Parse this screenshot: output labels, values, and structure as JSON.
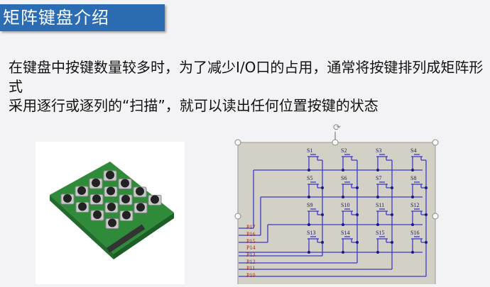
{
  "slide": {
    "title": "矩阵键盘介绍",
    "paragraphs": [
      "在键盘中按键数量较多时，为了减少I/O口的占用，通常将按键排列成矩阵形式",
      "采用逐行或逐列的“扫描”，就可以读出任何位置按键的状态"
    ]
  },
  "circuit": {
    "switch_labels": [
      "S1",
      "S2",
      "S3",
      "S4",
      "S5",
      "S6",
      "S7",
      "S8",
      "S9",
      "S10",
      "S11",
      "S12",
      "S13",
      "S14",
      "S15",
      "S16"
    ],
    "port_labels": [
      "P17",
      "P16",
      "P15",
      "P14",
      "P13",
      "P12",
      "P11",
      "P10"
    ],
    "colors": {
      "wire": "#3a3acc",
      "label": "#1a1a66",
      "port": "#a0301a",
      "bg": "#d3d0c6"
    }
  }
}
